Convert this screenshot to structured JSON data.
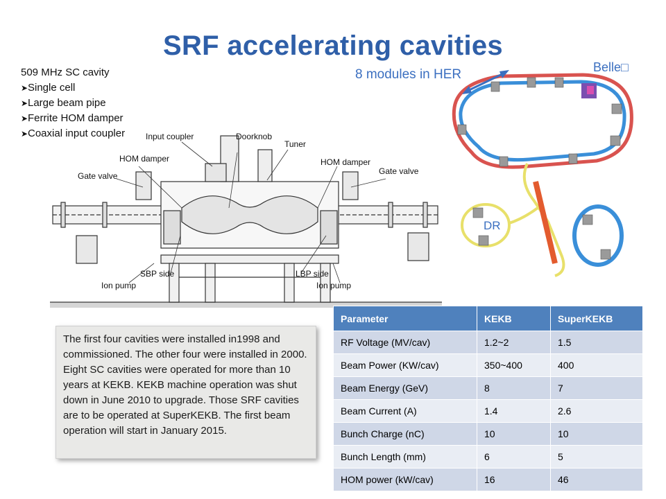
{
  "title": "SRF accelerating cavities",
  "specs": {
    "head": "509 MHz SC cavity",
    "items": [
      "Single cell",
      "Large beam pipe",
      "Ferrite HOM damper",
      "Coaxial input coupler"
    ]
  },
  "ring": {
    "modules_label": "8 modules in HER",
    "belle_label": "Belle□",
    "dr_label": "DR"
  },
  "cavity_labels": {
    "doorknob": "Doorknob",
    "input_coupler": "Input coupler",
    "tuner": "Tuner",
    "hom_damper_left": "HOM damper",
    "hom_damper_right": "HOM damper",
    "gate_valve_left": "Gate valve",
    "gate_valve_right": "Gate valve",
    "sbp_side": "SBP side",
    "lbp_side": "LBP side",
    "ion_pump_left": "Ion pump",
    "ion_pump_right": "Ion pump"
  },
  "note": "The first four cavities were installed in1998 and commissioned. The other four were installed in 2000. Eight SC cavities were operated for more than 10 years at KEKB. KEKB machine operation was shut down in June 2010 to upgrade. Those SRF cavities are to be operated at SuperKEKB. The first beam operation will start in January 2015.",
  "table": {
    "headers": [
      "Parameter",
      "KEKB",
      "SuperKEKB"
    ],
    "rows": [
      [
        "RF Voltage (MV/cav)",
        "1.2~2",
        "1.5"
      ],
      [
        "Beam Power (KW/cav)",
        "350~400",
        "400"
      ],
      [
        "Beam Energy (GeV)",
        "8",
        "7"
      ],
      [
        "Beam Current (A)",
        "1.4",
        "2.6"
      ],
      [
        "Bunch Charge (nC)",
        "10",
        "10"
      ],
      [
        "Bunch Length (mm)",
        "6",
        "5"
      ],
      [
        "HOM power (kW/cav)",
        "16",
        "46"
      ]
    ]
  },
  "colors": {
    "title": "#2f5fa8",
    "accent_text": "#3b6fc0",
    "table_header": "#4f81bd",
    "table_row_odd": "#cfd7e7",
    "table_row_even": "#e9edf4",
    "her_ring": "#d9534f",
    "ler_ring": "#3a8fd9",
    "linac": "#e8a317"
  }
}
